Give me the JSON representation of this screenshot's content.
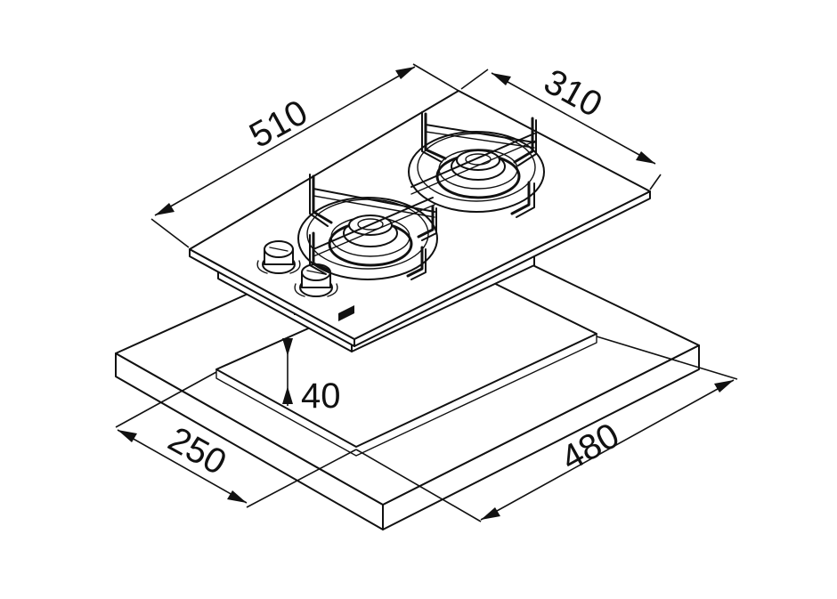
{
  "dimensions": {
    "width": "510",
    "depth": "310",
    "cutout_depth": "250",
    "cutout_width": "480",
    "installation_height": "40"
  },
  "colors": {
    "line": "#111111",
    "background": "#ffffff"
  }
}
